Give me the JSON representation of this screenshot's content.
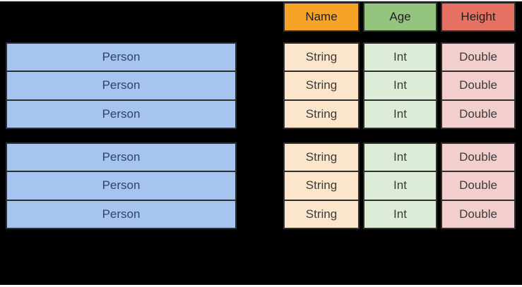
{
  "colors": {
    "background": "#000000",
    "cell_border": "#2E2E2E",
    "top_edge": "#EDEDED",
    "bottom_edge": "#FAFAFA"
  },
  "left_table": {
    "row_bg": "#A7C4EE",
    "text_color": "#2E4569",
    "groups": [
      [
        "Person",
        "Person",
        "Person"
      ],
      [
        "Person",
        "Person",
        "Person"
      ]
    ]
  },
  "right_table": {
    "header_text": "#1E1E1E",
    "cell_text": "#3C3C3C",
    "columns": [
      {
        "id": "name",
        "header": "Name",
        "header_bg": "#F7A426",
        "cell_bg": "#FBE6CB",
        "group1": [
          "String",
          "String",
          "String"
        ],
        "group2": [
          "String",
          "String",
          "String"
        ]
      },
      {
        "id": "age",
        "header": "Age",
        "header_bg": "#94C47E",
        "cell_bg": "#DDECD6",
        "group1": [
          "Int",
          "Int",
          "Int"
        ],
        "group2": [
          "Int",
          "Int",
          "Int"
        ]
      },
      {
        "id": "height",
        "header": "Height",
        "header_bg": "#E47161",
        "cell_bg": "#F2CECC",
        "group1": [
          "Double",
          "Double",
          "Double"
        ],
        "group2": [
          "Double",
          "Double",
          "Double"
        ]
      }
    ]
  }
}
